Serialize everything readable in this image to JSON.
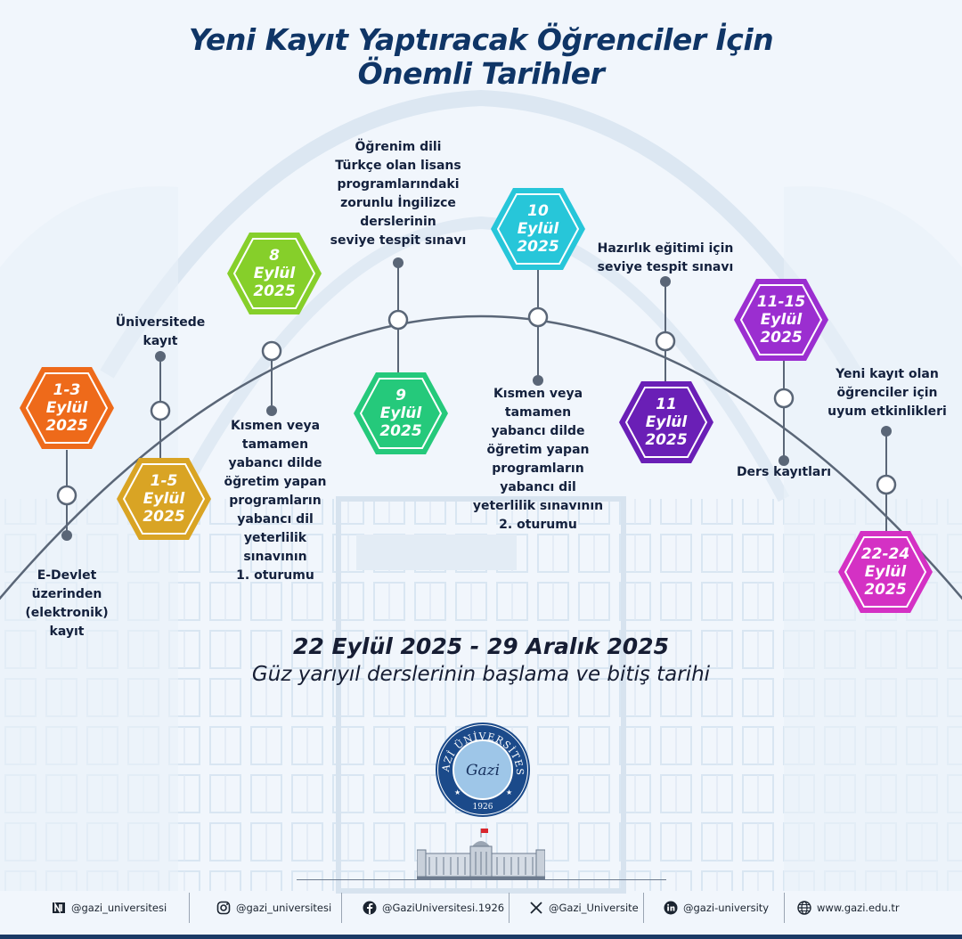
{
  "title": {
    "line1": "Yeni Kayıt Yaptıracak Öğrenciler İçin",
    "line2": "Önemli Tarihler"
  },
  "events": [
    {
      "date": [
        "1-3",
        "Eylül",
        "2025"
      ],
      "color": "#ee6a1a",
      "label": [
        "E-Devlet",
        "üzerinden",
        "(elektronik)",
        "kayıt"
      ]
    },
    {
      "date": [
        "1-5",
        "Eylül",
        "2025"
      ],
      "color": "#d9a424",
      "label": [
        "Üniversitede",
        "kayıt"
      ]
    },
    {
      "date": [
        "8",
        "Eylül",
        "2025"
      ],
      "color": "#86cf2a",
      "label": [
        "Kısmen veya",
        "tamamen",
        "yabancı dilde",
        "öğretim yapan",
        "programların",
        "yabancı dil",
        "yeterlilik",
        "sınavının",
        "1. oturumu"
      ]
    },
    {
      "date": [
        "9",
        "Eylül",
        "2025"
      ],
      "color": "#25c97b",
      "label": [
        "Öğrenim dili",
        "Türkçe olan lisans",
        "programlarındaki",
        "zorunlu İngilizce",
        "derslerinin",
        "seviye tespit sınavı"
      ]
    },
    {
      "date": [
        "10",
        "Eylül",
        "2025"
      ],
      "color": "#27c6d9",
      "label": [
        "Kısmen veya",
        "tamamen",
        "yabancı dilde",
        "öğretim yapan",
        "programların",
        "yabancı dil",
        "yeterlilik sınavının",
        "2. oturumu"
      ]
    },
    {
      "date": [
        "11",
        "Eylül",
        "2025"
      ],
      "color": "#6a1fb6",
      "label": [
        "Hazırlık eğitimi için",
        "seviye tespit sınavı"
      ]
    },
    {
      "date": [
        "11-15",
        "Eylül",
        "2025"
      ],
      "color": "#9b2ed0",
      "label": [
        "Ders kayıtları"
      ]
    },
    {
      "date": [
        "22-24",
        "Eylül",
        "2025"
      ],
      "color": "#d431c4",
      "label": [
        "Yeni kayıt olan",
        "öğrenciler için",
        "uyum etkinlikleri"
      ]
    }
  ],
  "period": {
    "dates": "22 Eylül 2025 - 29 Aralık 2025",
    "desc": "Güz yarıyıl derslerinin başlama ve bitiş tarihi"
  },
  "logo": {
    "ring_text": "GAZİ ÜNİVERSİTESİ",
    "signature": "Gazi",
    "year": "1926",
    "ring_color": "#1b4a8a",
    "center_color": "#9ec6e8"
  },
  "footer": [
    {
      "icon": "nsosyal-icon",
      "text": "@gazi_universitesi"
    },
    {
      "icon": "instagram-icon",
      "text": "@gazi_universitesi"
    },
    {
      "icon": "facebook-icon",
      "text": "@GaziUniversitesi.1926"
    },
    {
      "icon": "x-icon",
      "text": "@Gazi_Universite"
    },
    {
      "icon": "linkedin-icon",
      "text": "@gazi-university"
    },
    {
      "icon": "globe-icon",
      "text": "www.gazi.edu.tr"
    }
  ]
}
